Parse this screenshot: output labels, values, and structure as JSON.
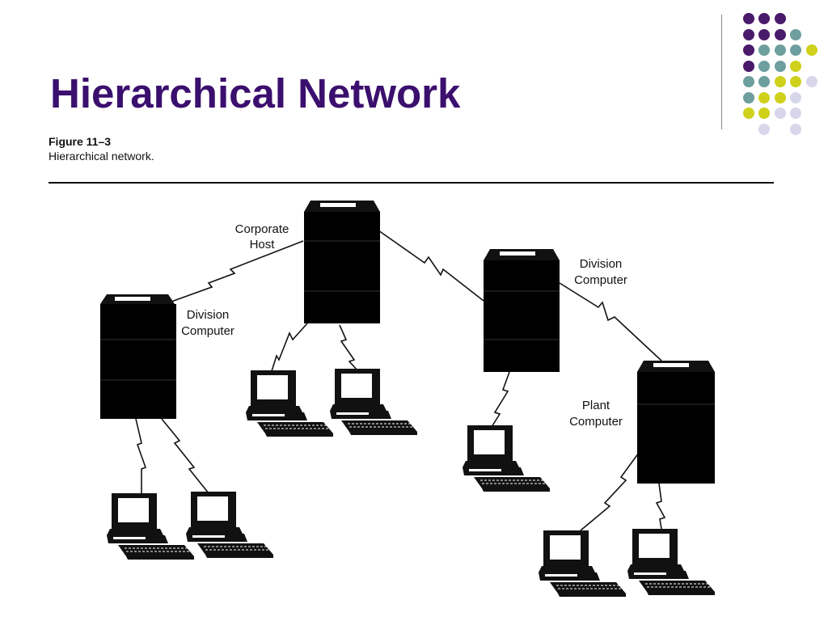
{
  "slide": {
    "title": "Hierarchical Network"
  },
  "figure": {
    "number": "Figure 11–3",
    "caption": "Hierarchical network."
  },
  "nodes": {
    "corporate_host": [
      "Corporate",
      "Host"
    ],
    "division_left": [
      "Division",
      "Computer"
    ],
    "division_right": [
      "Division",
      "Computer"
    ],
    "plant": [
      "Plant",
      "Computer"
    ]
  },
  "theme": {
    "title_color": "#3b0f6e",
    "dot_colors": {
      "purple": "#4a1a6b",
      "teal": "#6e9e9e",
      "yellow": "#cfd11a",
      "lavender": "#d8d6ea"
    }
  }
}
